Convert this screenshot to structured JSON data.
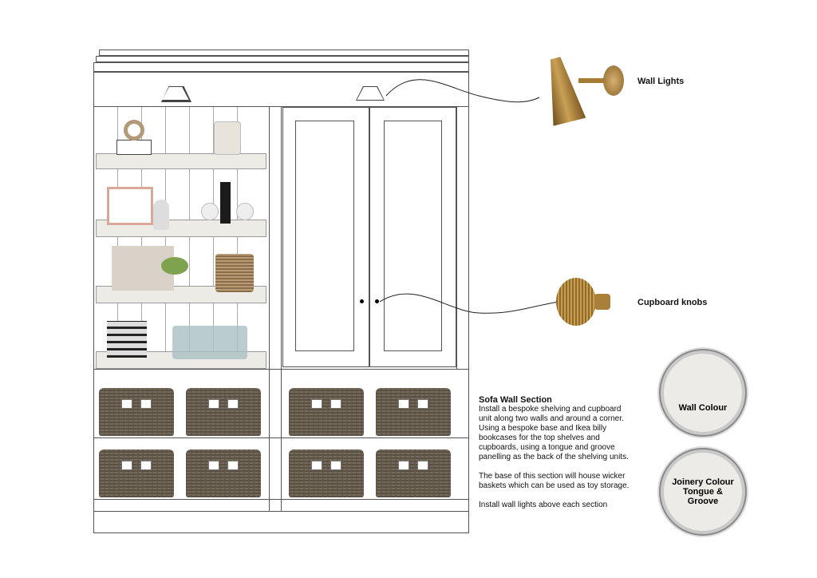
{
  "labels": {
    "wall_lights": "Wall Lights",
    "cupboard_knobs": "Cupboard knobs"
  },
  "paint": {
    "wall": "Wall Colour",
    "joinery_1": "Joinery Colour",
    "joinery_2": "Tongue &",
    "joinery_3": "Groove"
  },
  "description": {
    "title": "Sofa Wall Section",
    "p1": "Install a bespoke shelving and cupboard unit along two walls and around a corner. Using a bespoke base and Ikea billy bookcases for the top shelves and cupboards, using a tongue and groove panelling as the back of the shelving units.",
    "p2": "The base of this section will house wicker baskets which can be used as toy storage.",
    "p3": "Install wall lights above each section"
  },
  "colors": {
    "brass": "#b08a3e",
    "shelf": "#ecebe6",
    "paint": "#ecebe7"
  }
}
